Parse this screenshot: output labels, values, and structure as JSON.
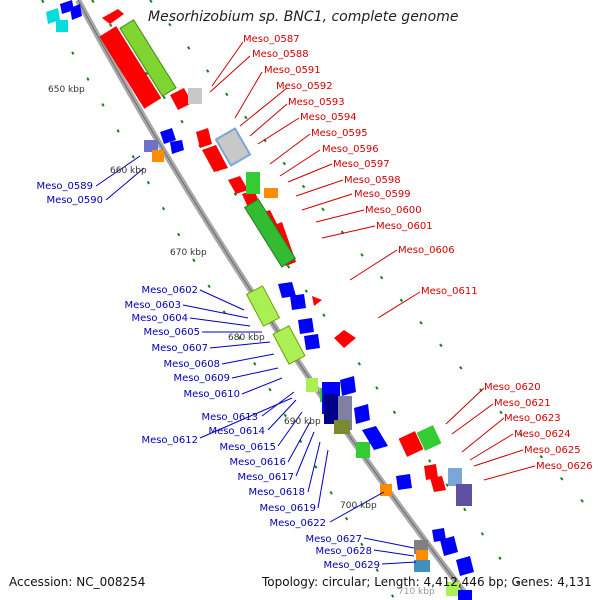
{
  "header": {
    "title": "Mesorhizobium sp. BNC1, complete genome"
  },
  "footer": {
    "accession": "Accession: NC_008254",
    "topology": "Topology: circular; Length: 4,412,446 bp; Genes: 4,131"
  },
  "colors": {
    "backbone": "#a8a8a8",
    "forward_cds": "#ff0000",
    "reverse_cds": "#0000ff",
    "label_red": "#d40000",
    "label_blue": "#0000b4",
    "tick": "#1a7f1a"
  },
  "ticks": [
    "650 kbp",
    "660 kbp",
    "670 kbp",
    "680 kbp",
    "690 kbp",
    "700 kbp",
    "710 kbp"
  ],
  "labels_red": [
    "Meso_0587",
    "Meso_0588",
    "Meso_0591",
    "Meso_0592",
    "Meso_0593",
    "Meso_0594",
    "Meso_0595",
    "Meso_0596",
    "Meso_0597",
    "Meso_0598",
    "Meso_0599",
    "Meso_0600",
    "Meso_0601",
    "Meso_0606",
    "Meso_0611",
    "Meso_0620",
    "Meso_0621",
    "Meso_0623",
    "Meso_0624",
    "Meso_0625",
    "Meso_0626"
  ],
  "labels_blue": [
    "Meso_0589",
    "Meso_0590",
    "Meso_0602",
    "Meso_0603",
    "Meso_0604",
    "Meso_0605",
    "Meso_0607",
    "Meso_0608",
    "Meso_0609",
    "Meso_0610",
    "Meso_0613",
    "Meso_0614",
    "Meso_0612",
    "Meso_0615",
    "Meso_0616",
    "Meso_0617",
    "Meso_0618",
    "Meso_0619",
    "Meso_0622",
    "Meso_0627",
    "Meso_0628",
    "Meso_0629"
  ]
}
